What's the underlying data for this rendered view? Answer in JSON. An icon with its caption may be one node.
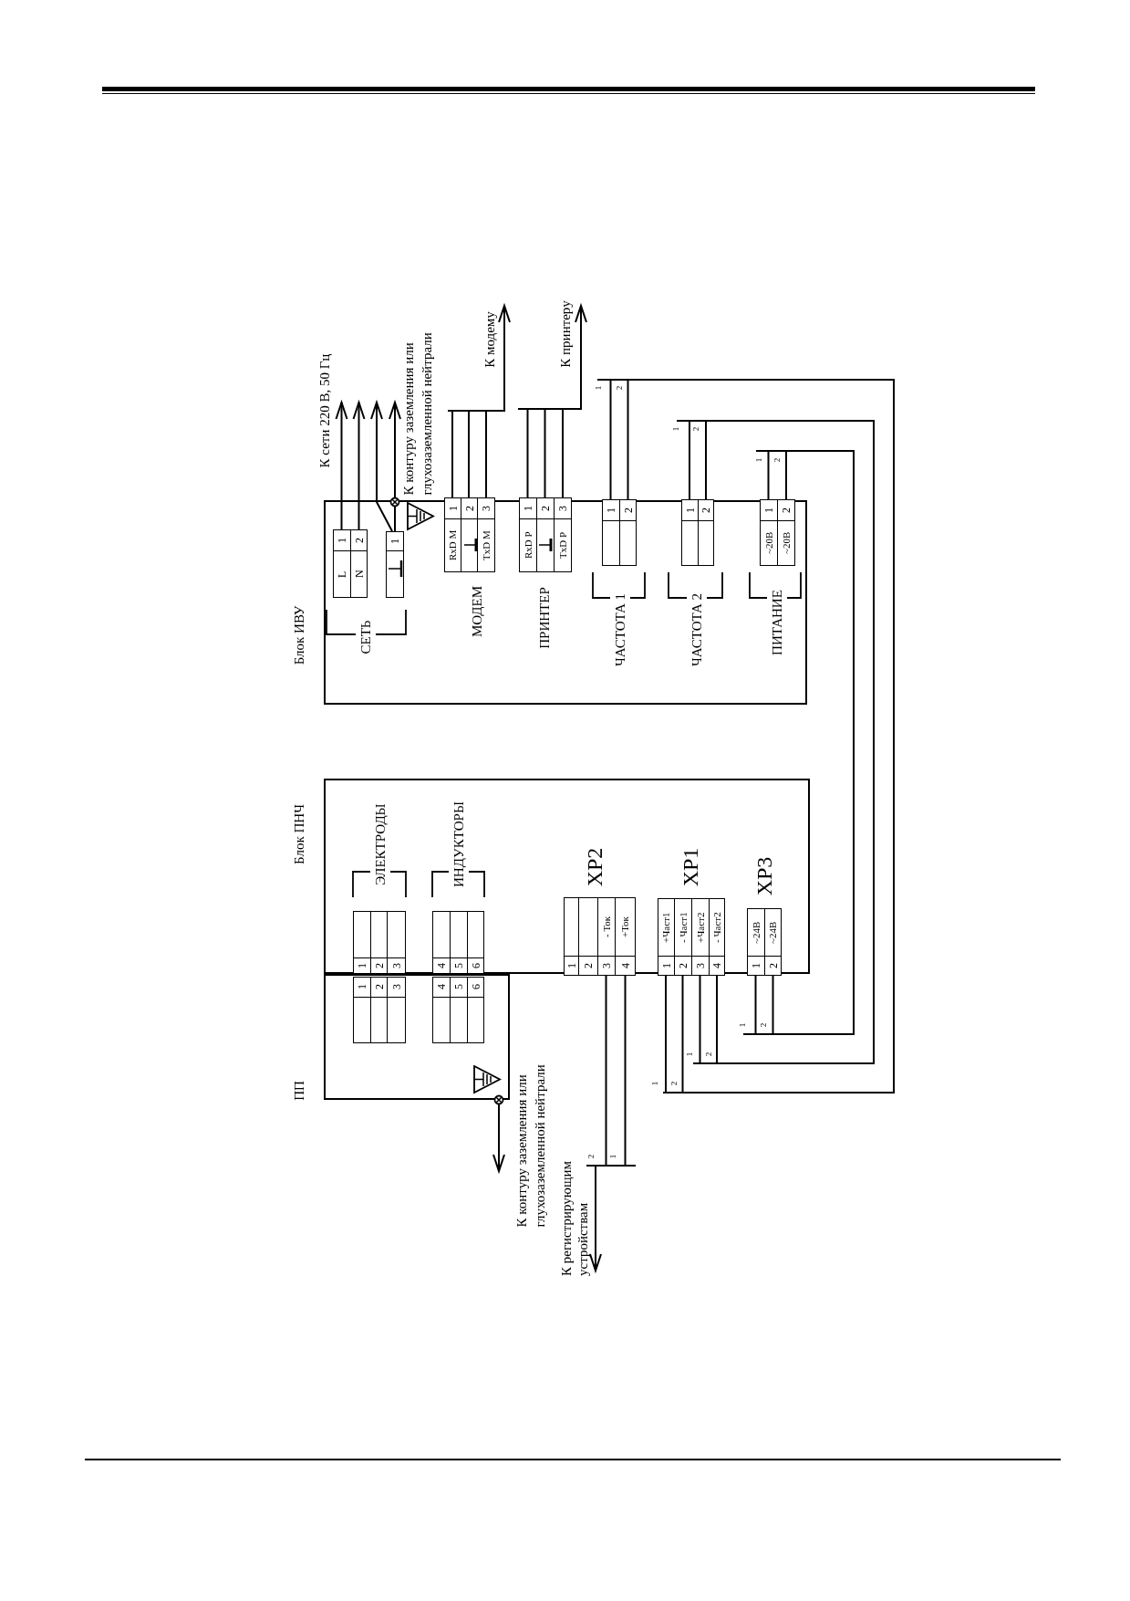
{
  "diagram": {
    "nodes": [
      {
        "text": [
          "Блок ИВУ"
        ]
      },
      {
        "text": [
          "1",
          "2",
          "L",
          "N"
        ],
        "in": 0,
        "beside": [
          "СЕТЬ"
        ]
      },
      {
        "text": [
          "1"
        ],
        "in": 0
      },
      {
        "text": [
          "1",
          "2",
          "3",
          "RxD M",
          "TxD M"
        ],
        "in": 0,
        "beside": [
          "МОДЕМ"
        ]
      },
      {
        "text": [
          "1",
          "2",
          "3",
          "RxD P",
          "TxD P"
        ],
        "in": 0,
        "beside": [
          "ПРИНТЕР"
        ]
      },
      {
        "text": [
          "1",
          "2"
        ],
        "in": 0,
        "beside": [
          "ЧАСТОТА 1"
        ]
      },
      {
        "text": [
          "1",
          "2"
        ],
        "in": 0,
        "beside": [
          "ЧАСТОТА 2"
        ]
      },
      {
        "text": [
          "1",
          "2",
          "~20В",
          "~20В"
        ],
        "in": 0,
        "beside": [
          "ПИТАНИЕ"
        ]
      },
      {
        "text": [
          "К сети 220 В, 50 Гц"
        ]
      },
      {
        "text": [
          "К контуру заземления или глухозаземленной нейтрали"
        ]
      },
      {
        "text": [
          "К модему"
        ]
      },
      {
        "text": [
          "К принтеру"
        ]
      },
      {
        "text": [
          "Блок ПНЧ"
        ]
      },
      {
        "text": [
          "1",
          "2",
          "3"
        ],
        "in": 12,
        "beside": [
          "ЭЛЕКТРОДЫ"
        ]
      },
      {
        "text": [
          "4",
          "5",
          "6"
        ],
        "in": 12,
        "beside": [
          "ИНДУКТОРЫ"
        ]
      },
      {
        "text": [
          "- Ток",
          "+Ток",
          "1",
          "2",
          "3",
          "4"
        ],
        "in": 12,
        "beside": [
          "XP2"
        ]
      },
      {
        "text": [
          "+Част1",
          "- Част1",
          "+Част2",
          "- Част2",
          "1",
          "2",
          "3",
          "4"
        ],
        "in": 12,
        "beside": [
          "XP1"
        ]
      },
      {
        "text": [
          "~24В",
          "~24В",
          "1",
          "2"
        ],
        "in": 12,
        "beside": [
          "XP3"
        ]
      },
      {
        "text": [
          "ПП"
        ]
      },
      {
        "text": [
          "1",
          "2",
          "3"
        ],
        "in": 18
      },
      {
        "text": [
          "4",
          "5",
          "6"
        ],
        "in": 18
      },
      {
        "text": [
          "К контуру заземления или глухозаземленной нейтрали"
        ]
      },
      {
        "text": [
          "К регистрирующим устройствам"
        ]
      }
    ],
    "edges": [
      {
        "from": 1,
        "to": 8,
        "arrow": "to"
      },
      {
        "from": 1,
        "to": 8,
        "arrow": "to"
      },
      {
        "from": 2,
        "to": 9,
        "arrow": "to"
      },
      {
        "from": 2,
        "to": 9,
        "arrow": "to"
      },
      {
        "from": 3,
        "to": 10,
        "arrow": "to"
      },
      {
        "from": 4,
        "to": 11,
        "arrow": "to"
      },
      {
        "from": 5,
        "to": 16,
        "arrow": "none"
      },
      {
        "from": 6,
        "to": 16,
        "arrow": "none"
      },
      {
        "from": 7,
        "to": 17,
        "arrow": "none"
      },
      {
        "from": 15,
        "to": 22,
        "arrow": "to"
      },
      {
        "from": 18,
        "to": 21,
        "arrow": "to"
      }
    ],
    "labels": [
      "1",
      "2",
      "1",
      "2",
      "1",
      "2",
      "1",
      "2",
      "1",
      "2",
      "1",
      "2",
      "2",
      "1"
    ]
  }
}
